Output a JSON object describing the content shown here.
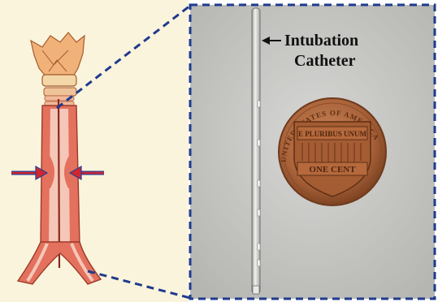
{
  "labels": {
    "catheter_line1": "Intubation",
    "catheter_line2": "Catheter"
  },
  "coin_text": {
    "top_arc": "UNITED STATES OF AMERICA",
    "shield_band": "E PLURIBUS UNUM",
    "shield_bottom": "ONE CENT"
  },
  "colors": {
    "panel_bg": "#fbf4dd",
    "photo_bg": "#cbcbc9",
    "dashed_border": "#1f3b8c",
    "arrow_red": "#d0262e",
    "arrow_blue": "#2a3f96",
    "trachea_tissue": "#e3715d",
    "trachea_lumen": "#f5c7b8",
    "coin_copper": "#b06a3f"
  },
  "icons": {
    "left_arrow": "right-pointing-arrow-icon",
    "right_arrow": "left-pointing-arrow-icon",
    "label_arrow": "left-pointing-arrow-icon"
  }
}
